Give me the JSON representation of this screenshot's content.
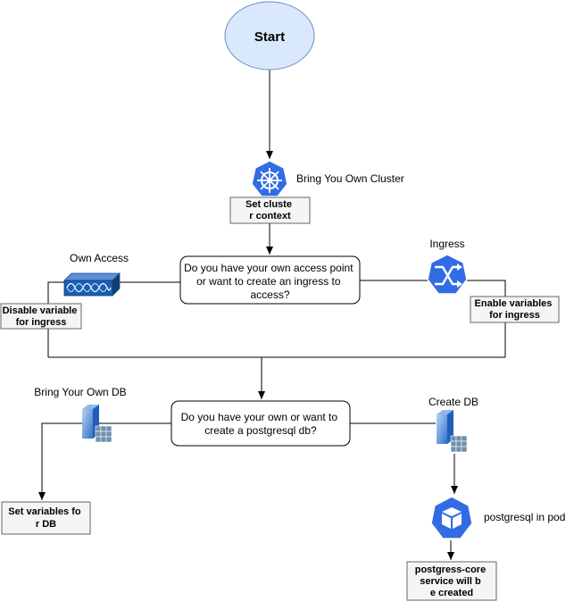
{
  "start": {
    "label": "Start"
  },
  "cluster": {
    "title": "Bring You Own Cluster",
    "step_label": "Set cluster context",
    "icon": "kubernetes-icon"
  },
  "access_decision": {
    "question": "Do you have your own access point or want to create an ingress to access?"
  },
  "own_access": {
    "title": "Own Access",
    "action": "Disable variable for ingress",
    "icon": "access-point-icon"
  },
  "ingress": {
    "title": "Ingress",
    "action": "Enable variables for ingress",
    "icon": "ingress-icon"
  },
  "db_decision": {
    "question": "Do you have your own or want to create a postgresql db?"
  },
  "own_db": {
    "title": "Bring Your Own DB",
    "action": "Set variables for DB",
    "icon": "database-server-icon"
  },
  "create_db": {
    "title": "Create DB",
    "icon": "database-server-icon"
  },
  "pod": {
    "title": "postgresql in pod",
    "icon": "pod-icon"
  },
  "service": {
    "action": "postgress-core service will be created"
  },
  "colors": {
    "start_fill": "#dae8fc",
    "start_stroke": "#6c8ebf",
    "k8s_blue": "#326ce5",
    "box_fill": "#f5f5f5"
  }
}
